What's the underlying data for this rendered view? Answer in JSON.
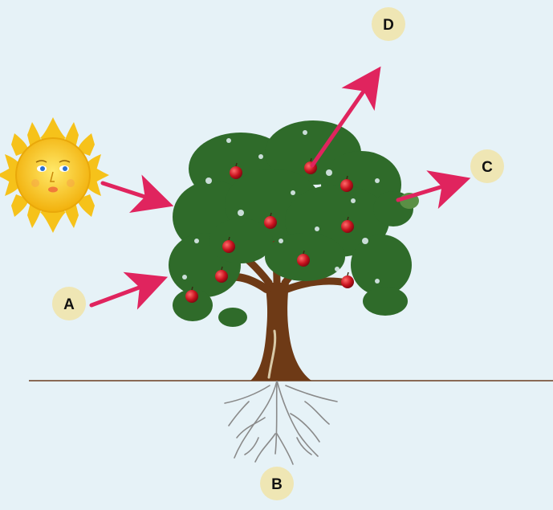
{
  "colors": {
    "background": "#e6f2f7",
    "label_circle": "#efe6b4",
    "arrow": "#e0245e",
    "foliage": "#2f6b2a",
    "trunk": "#6e3a16",
    "ground": "#8a6a55",
    "roots": "#8a8a8a",
    "sun": "#f6c21a",
    "apple": "#c8121e"
  },
  "labels": {
    "a": "A",
    "b": "B",
    "c": "C",
    "d": "D"
  },
  "icons": {
    "sun": "sun-face-icon",
    "tree": "apple-tree-icon",
    "roots": "roots-icon"
  },
  "apple_count": 10
}
